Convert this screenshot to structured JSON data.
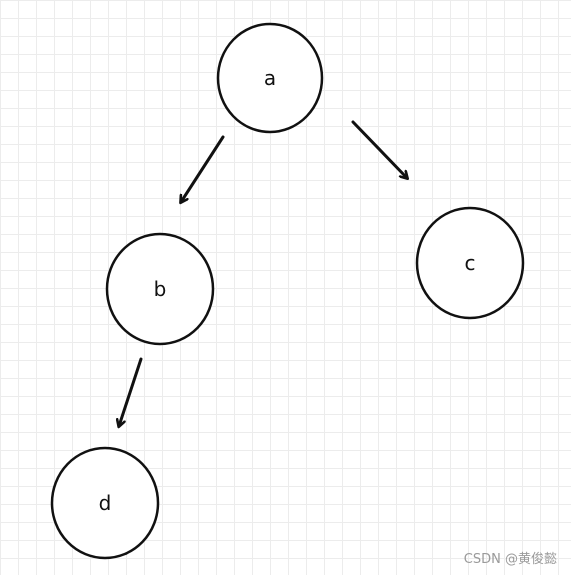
{
  "diagram": {
    "type": "tree",
    "nodes": [
      {
        "id": "a",
        "label": "a"
      },
      {
        "id": "b",
        "label": "b"
      },
      {
        "id": "c",
        "label": "c"
      },
      {
        "id": "d",
        "label": "d"
      }
    ],
    "edges": [
      {
        "from": "a",
        "to": "b"
      },
      {
        "from": "a",
        "to": "c"
      },
      {
        "from": "b",
        "to": "d"
      }
    ]
  },
  "watermark": "CSDN @黄俊懿"
}
